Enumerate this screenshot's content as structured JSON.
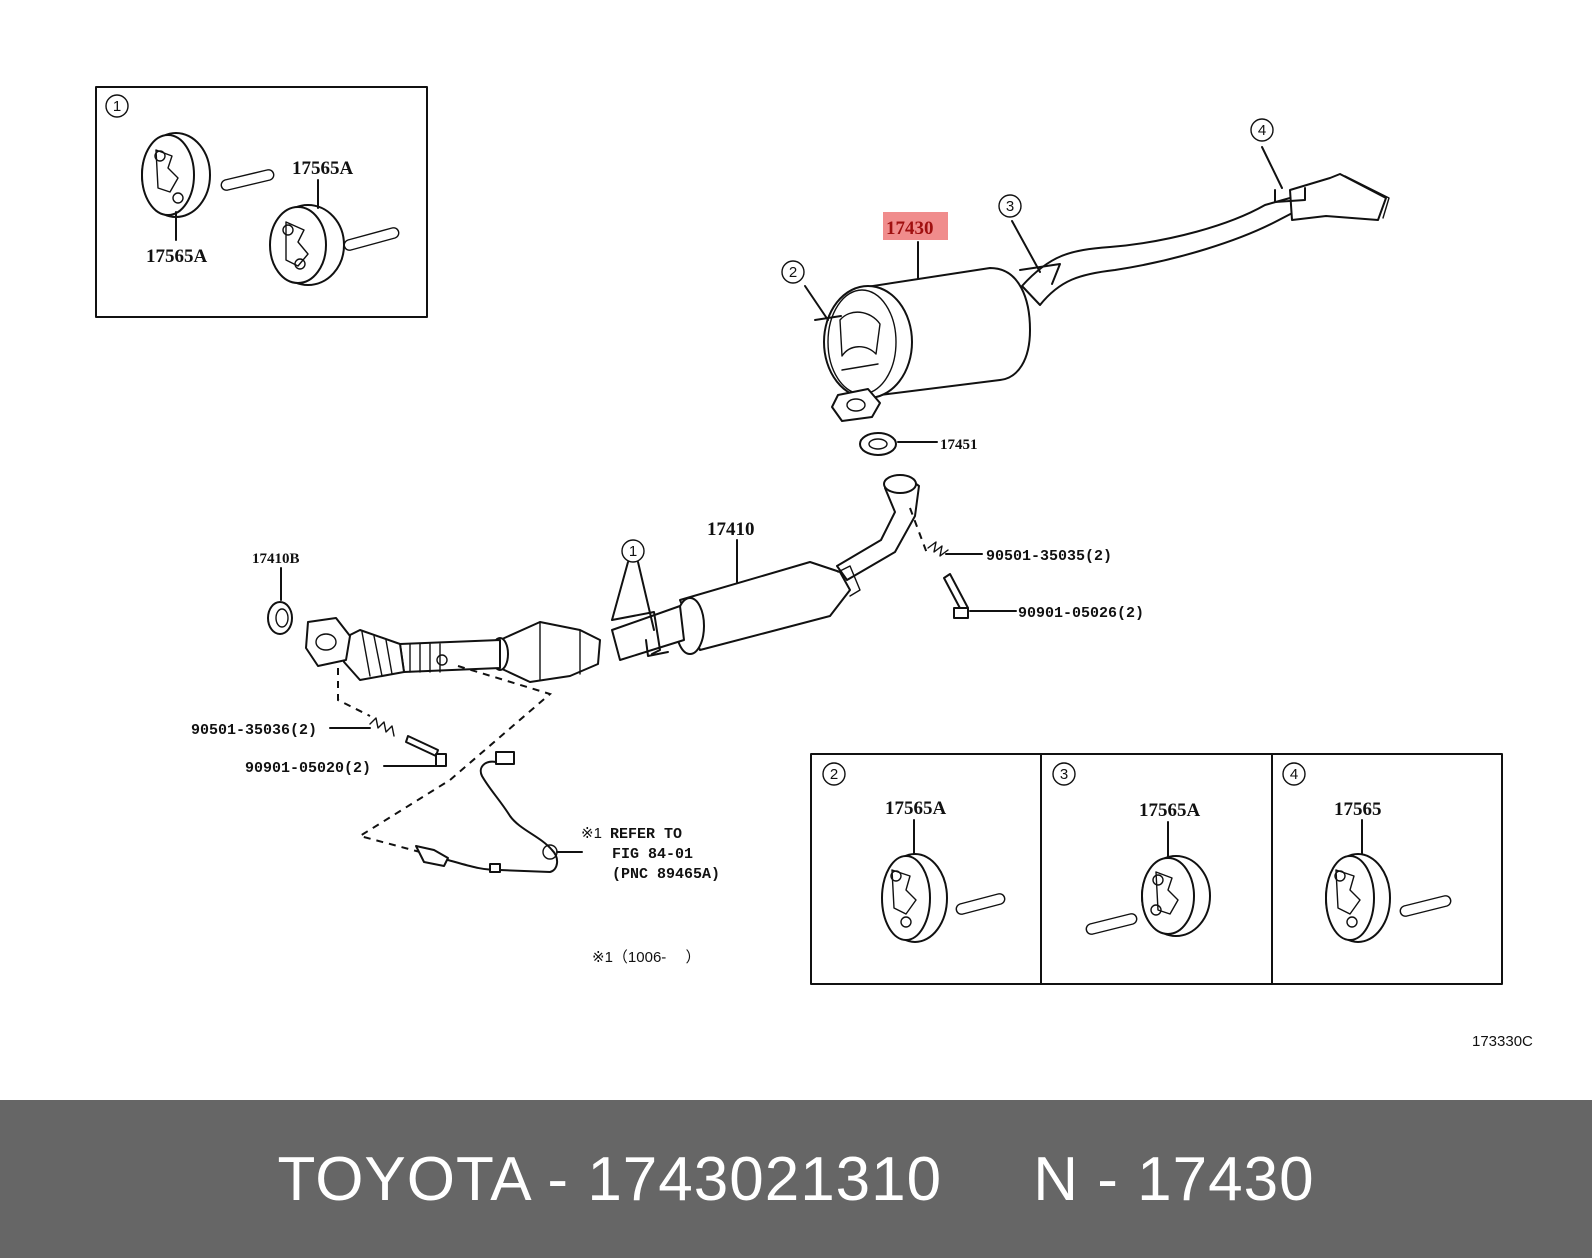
{
  "diagram": {
    "highlighted_part": "17430",
    "inset_1": {
      "number": "1",
      "labels": [
        "17565A",
        "17565A"
      ]
    },
    "inset_2": {
      "number": "2",
      "label": "17565A"
    },
    "inset_3": {
      "number": "3",
      "label": "17565A"
    },
    "inset_4": {
      "number": "4",
      "label": "17565"
    },
    "callouts": {
      "c1": "1",
      "c2": "2",
      "c3": "3",
      "c4": "4"
    },
    "parts": {
      "muffler": "17430",
      "gasket_rear": "17451",
      "front_pipe": "17410",
      "gasket_front": "17410B",
      "spring_rear": "90501-35035(2)",
      "bolt_rear": "90901-05026(2)",
      "spring_front": "90501-35036(2)",
      "bolt_front": "90901-05020(2)"
    },
    "refer_note": {
      "mark": "※1",
      "line1": "REFER TO",
      "line2": "FIG 84-01",
      "line3": "(PNC 89465A)"
    },
    "footnote": "※1（1006-　 ）",
    "diagram_id": "173330C"
  },
  "footer": {
    "brand": "TOYOTA",
    "part_number": "1743021310",
    "pnc": "N - 17430"
  }
}
